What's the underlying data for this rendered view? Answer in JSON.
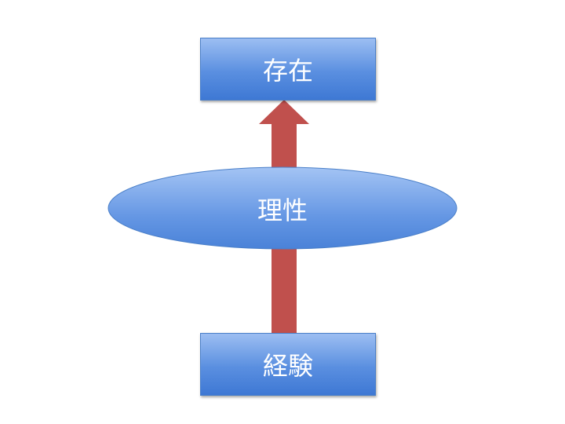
{
  "nodes": {
    "top": "存在",
    "middle": "理性",
    "bottom": "経験"
  },
  "colors": {
    "box": "#4f87dc",
    "arrow": "#c0504d"
  }
}
